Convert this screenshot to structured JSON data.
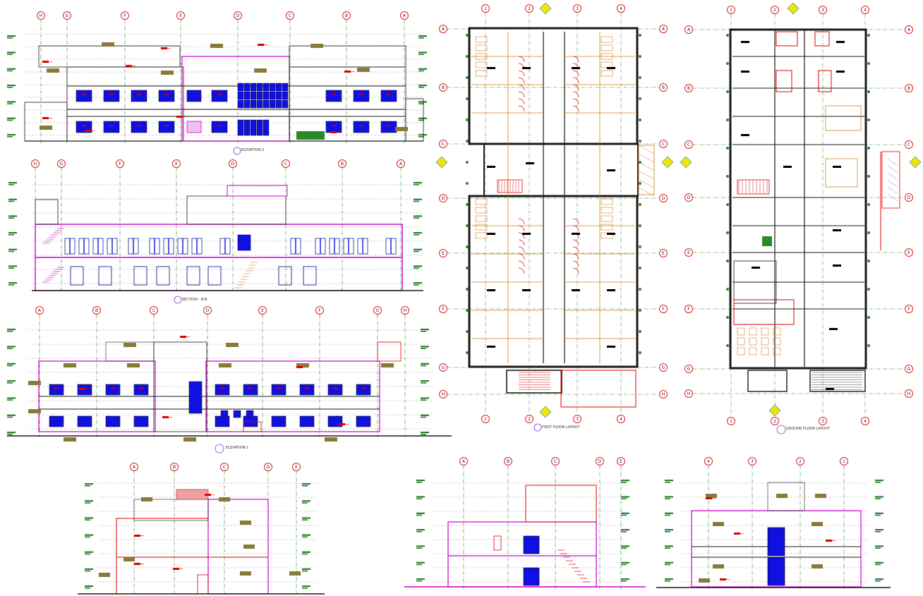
{
  "drawing": {
    "elevation_front_title": "ELEVATION-2",
    "section_title": "SECTION - B-B",
    "elevation_back_title": "ELEVATION-1",
    "first_floor_title": "FIRST FLOOR LAYOUT",
    "ground_floor_title": "GROUND FLOOR LAYOUT",
    "grid_labels_h": [
      "H",
      "G",
      "F",
      "E",
      "D",
      "C",
      "B",
      "A"
    ],
    "grid_labels_v": [
      "A",
      "B",
      "C",
      "D",
      "E",
      "F",
      "G",
      "H"
    ],
    "grid_labels_num": [
      "1",
      "2",
      "3",
      "4"
    ]
  },
  "colors": {
    "grid": "#2f7f2f",
    "wall": "#1a1a1a",
    "magenta": "#d000d0",
    "blue_window": "#1010e0",
    "red": "#e00000",
    "orange": "#d08020",
    "bubble": "#e02020",
    "yellow_tag": "#f2e600",
    "olive_tag": "#8a7a3a"
  }
}
